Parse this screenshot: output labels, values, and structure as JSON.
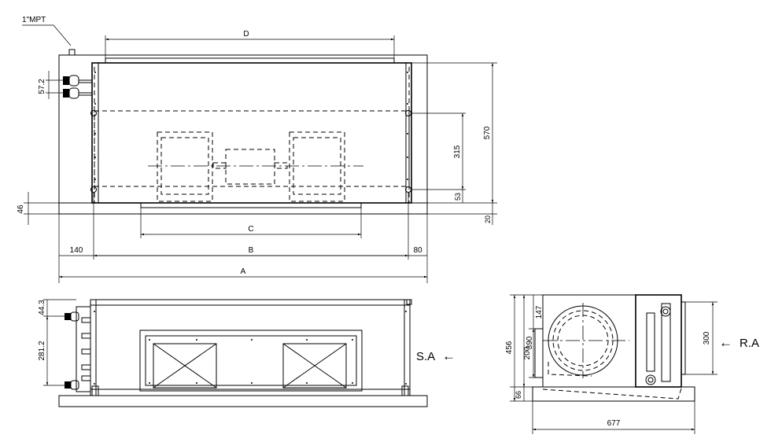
{
  "top_view": {
    "pipe_label": "1\"MPT",
    "dim_D": "D",
    "dim_C": "C",
    "dim_B": "B",
    "dim_A": "A",
    "dim_140": "140",
    "dim_80": "80",
    "dim_57_2": "57.2",
    "dim_46": "46",
    "dim_570": "570",
    "dim_315": "315",
    "dim_53": "53",
    "dim_20": "20"
  },
  "front_view": {
    "dim_44_3": "44.3",
    "dim_281_2": "281.2"
  },
  "side_view": {
    "dim_456": "456",
    "dim_390": "390",
    "dim_147": "147",
    "dim_200": "200",
    "dim_66": "66",
    "dim_300": "300",
    "dim_677": "677",
    "supply_air_label": "S.A",
    "return_air_label": "R.A",
    "supply_arrow": "←",
    "return_arrow": "←"
  }
}
